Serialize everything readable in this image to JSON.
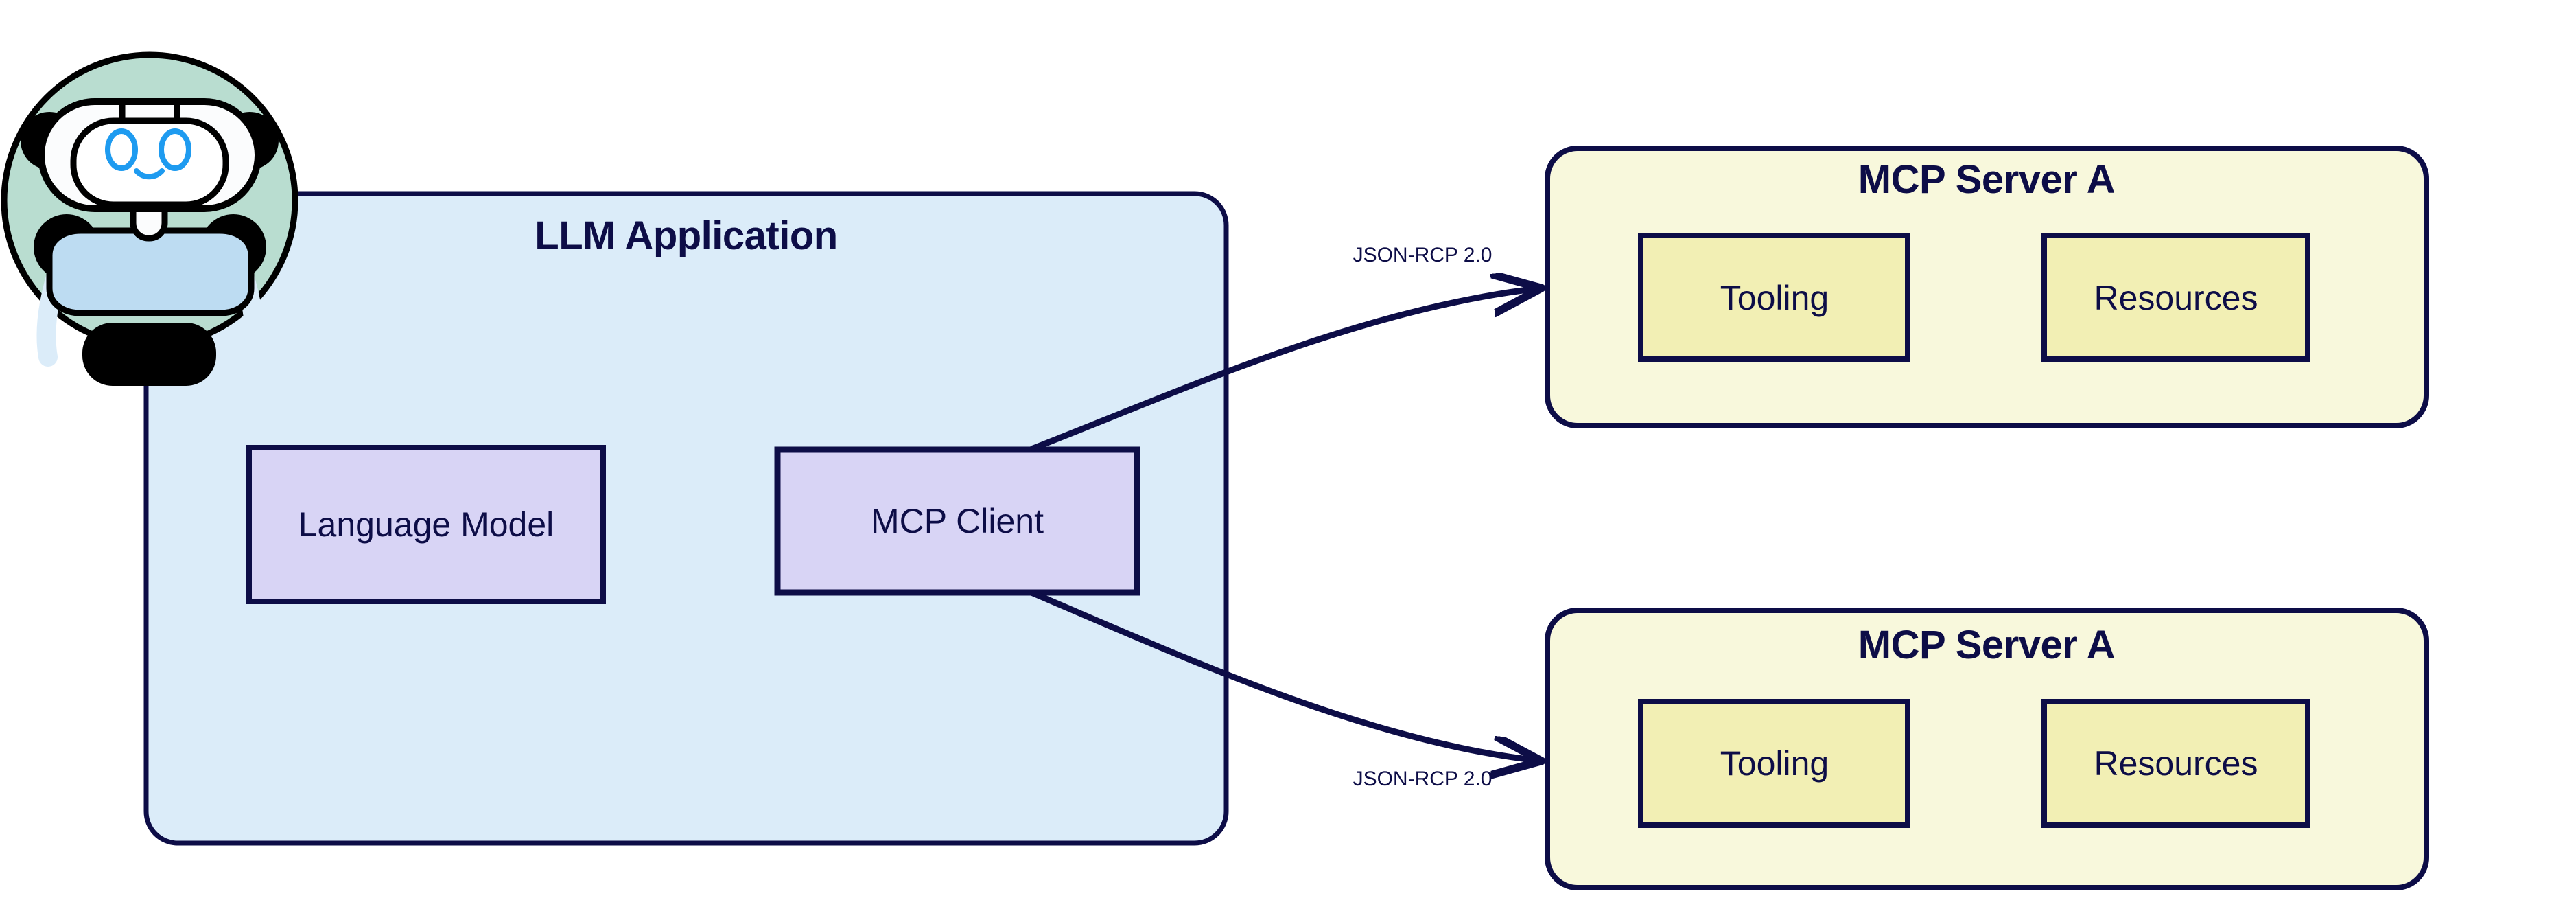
{
  "diagram": {
    "type": "architecture-diagram",
    "background_color": "#ffffff",
    "stroke_color": "#0d0d47"
  },
  "avatar": {
    "name": "robot-avatar",
    "circle_fill": "#b9ddd0",
    "body_fill": "#bddcf2",
    "face_fill": "#fbfcfd"
  },
  "llm_application": {
    "title": "LLM Application",
    "fill": "#dbecf9",
    "border": "#0d0d47",
    "children": [
      {
        "label": "Language Model",
        "fill": "#d8d4f5"
      },
      {
        "label": "MCP Client",
        "fill": "#d8d4f5"
      }
    ]
  },
  "edges": [
    {
      "label": "JSON-RCP 2.0",
      "from": "MCP Client",
      "to": "MCP Server A (top)"
    },
    {
      "label": "JSON-RCP 2.0",
      "from": "MCP Client",
      "to": "MCP Server A (bottom)"
    }
  ],
  "servers": [
    {
      "title": "MCP Server A",
      "fill": "#f8f8dc",
      "border": "#0d0d47",
      "children": [
        {
          "label": "Tooling",
          "fill": "#f2efb4"
        },
        {
          "label": "Resources",
          "fill": "#f2efb4"
        }
      ]
    },
    {
      "title": "MCP Server A",
      "fill": "#f8f8dc",
      "border": "#0d0d47",
      "children": [
        {
          "label": "Tooling",
          "fill": "#f2efb4"
        },
        {
          "label": "Resources",
          "fill": "#f2efb4"
        }
      ]
    }
  ]
}
